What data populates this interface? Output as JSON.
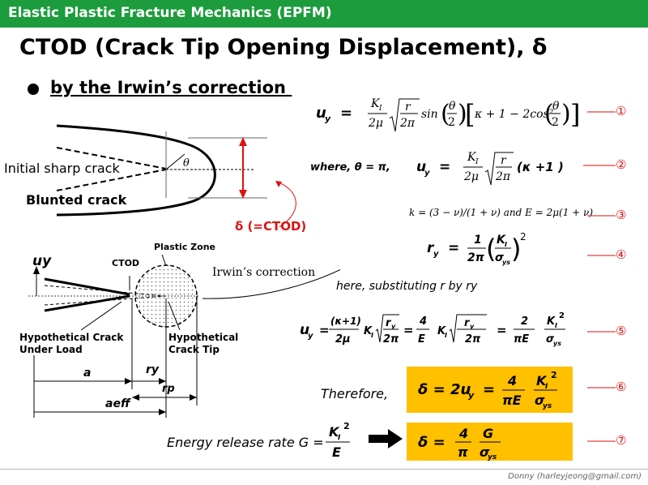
{
  "header": {
    "title": "Elastic Plastic Fracture Mechanics (EPFM)"
  },
  "page_title": "CTOD (Crack Tip Opening Displacement), δ",
  "subheading": "by the Irwin’s correction ",
  "diagram1": {
    "theta": "θ",
    "initial_crack": "Initial sharp crack",
    "blunted_crack": "Blunted crack",
    "ctod_label": "δ (=CTOD)"
  },
  "diagram2": {
    "uy": "uy",
    "ctod": "CTOD",
    "plastic_zone": "Plastic Zone",
    "irwin": "Irwin’s correction",
    "hyp_crack_1": "Hypothetical Crack",
    "hyp_crack_2": "Under Load",
    "hyp_tip_1": "Hypothetical",
    "hyp_tip_2": "Crack Tip",
    "a": "a",
    "ry": "ry",
    "rp": "rp",
    "aeff": "aeff"
  },
  "equations": {
    "where": "where, θ = π,",
    "here": "here, substituting r by ry",
    "therefore": "Therefore,",
    "energy": "Energy release rate G =",
    "eq3_text": "k = (3 − ν)/(1 + ν) and E = 2μ(1 + ν)"
  },
  "markers": [
    "①",
    "②",
    "③",
    "④",
    "⑤",
    "⑥",
    "⑦"
  ],
  "footer": "Donny (harleyjeong@gmail.com)",
  "colors": {
    "header": "#1c9c3c",
    "highlight": "#ffc000",
    "accent": "#d11111"
  }
}
